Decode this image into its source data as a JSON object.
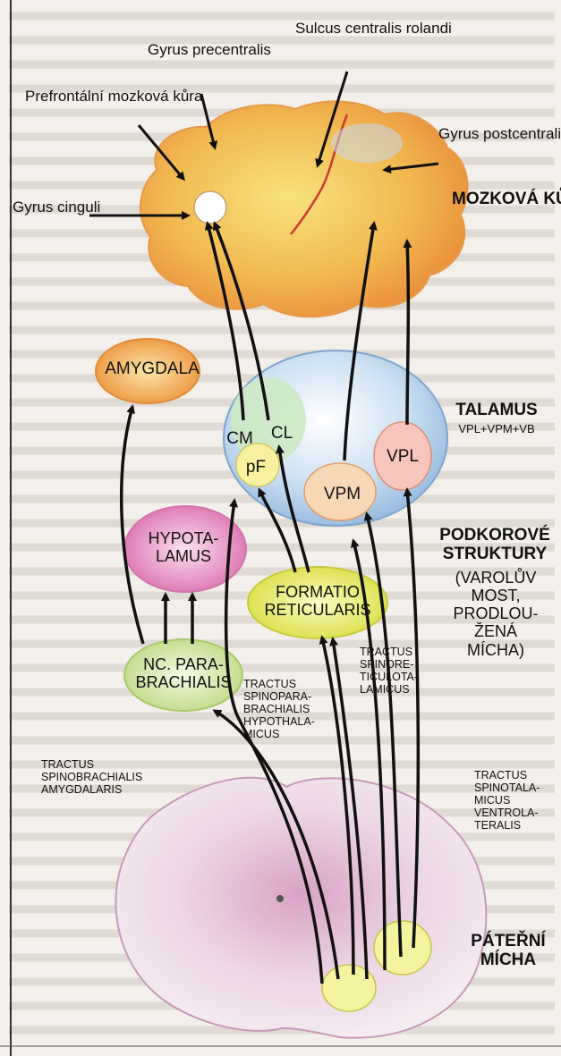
{
  "labels": {
    "gyrus_precentralis": "Gyrus precentralis",
    "sulcus_centralis": "Sulcus centralis rolandi",
    "prefrontalni": "Prefrontální mozková kůra",
    "gyrus_postcentralis": "Gyrus postcentralis",
    "gyrus_cinguli": "Gyrus cinguli",
    "mozkova_kura": "MOZKOVÁ KŮRA",
    "amygdala": "AMYGDALA",
    "cm": "CM",
    "cl": "CL",
    "pf": "pF",
    "vpm": "VPM",
    "vpl": "VPL",
    "talamus": "TALAMUS",
    "talamus_sub": "VPL+VPM+VB",
    "hypotalamus": "HYPOTA-LAMUS",
    "podkorove": "PODKOROVÉ STRUKTURY",
    "podkorove_sub": "(VAROLŮV MOST, PRODLOU-ŽENÁ MÍCHA)",
    "formatio": "FORMATIO RETICULARIS",
    "nc_para": "NC. PARA-BRACHIALIS",
    "tr_spinopara": "TRACTUS SPINOPARA-BRACHIALIS HYPOTHALA-MICUS",
    "tr_spinoreti": "TRACTUS SPINORE-TICULOTA-LAMICUS",
    "tr_amygd": "TRACTUS SPINOBRACHIALIS AMYGDALARIS",
    "tr_spinotala": "TRACTUS SPINOTALA-MICUS VENTROLA-TERALIS",
    "paterni": "PÁTEŘNÍ MÍCHA"
  },
  "colors": {
    "cortex": "#f0b24a",
    "cortex_light": "#f6d37a",
    "thalamus": "#b9d6ef",
    "amygdala": "#f2a24a",
    "hypothalamus": "#e79ac6",
    "formatio": "#e7ea6a",
    "parabrachial": "#d5e7a3",
    "spinal_cord": "#ead7e6",
    "arrow": "#111111"
  }
}
